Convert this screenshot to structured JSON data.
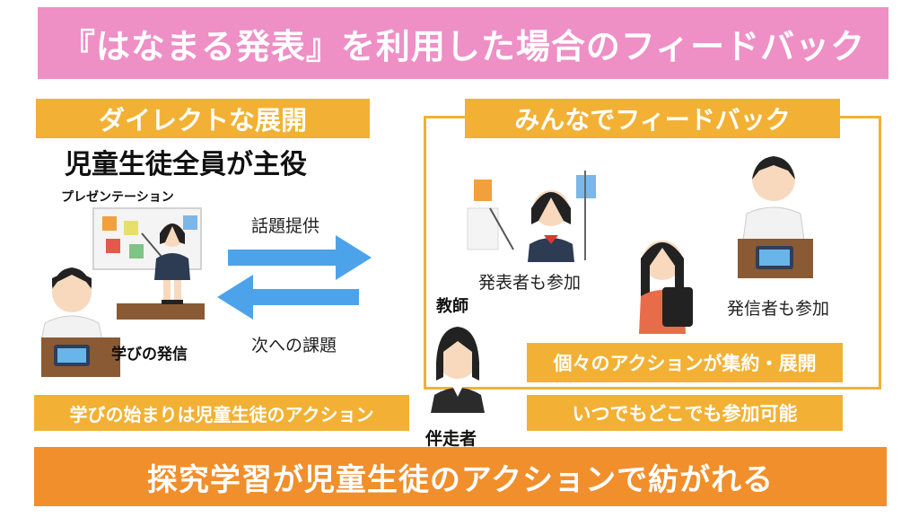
{
  "title": "『はなまる発表』を利用した場合のフィードバック",
  "left": {
    "heading": "ダイレクトな展開",
    "subtitle": "児童生徒全員が主役",
    "presentation_label": "プレゼンテーション",
    "learning_label": "学びの発信",
    "arrow_top_label": "話題提供",
    "arrow_bottom_label": "次への課題",
    "bottom_box": "学びの始まりは児童生徒のアクション"
  },
  "right": {
    "heading": "みんなでフィードバック",
    "presenter_label": "発表者も参加",
    "sender_label": "発信者も参加",
    "teacher_label": "教師",
    "companion_label": "伴走者",
    "actions_box": "個々のアクションが集約・展開",
    "anytime_box": "いつでもどこでも参加可能"
  },
  "footer": "探究学習が児童生徒のアクションで紡がれる",
  "colors": {
    "title_bg": "#ee8fc6",
    "label_bg": "#f2b134",
    "footer_bg": "#f08f2c",
    "arrow": "#4da3ea"
  }
}
